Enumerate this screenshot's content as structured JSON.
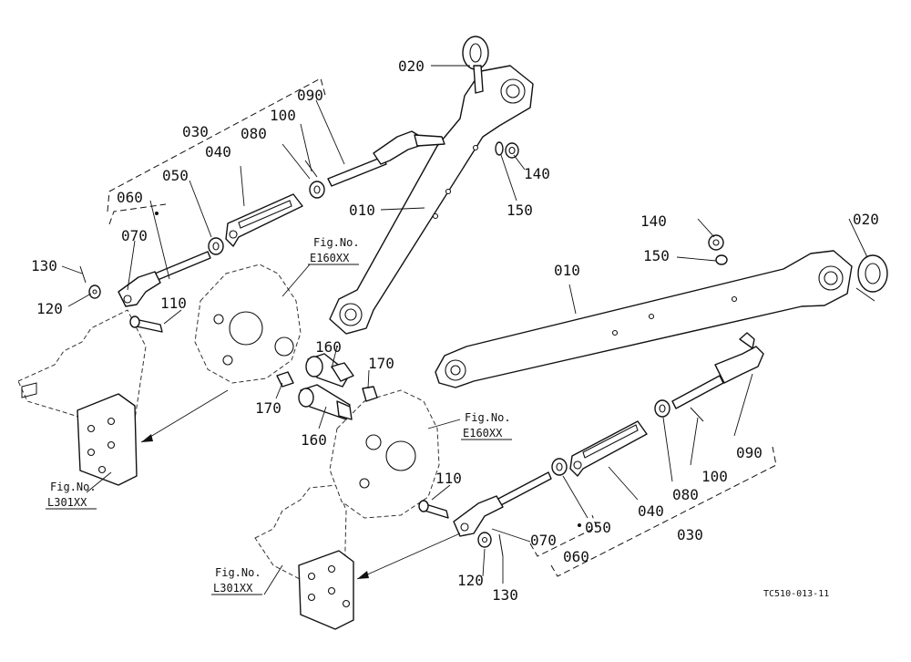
{
  "parts": {
    "p010": "010",
    "p020": "020",
    "p030": "030",
    "p040": "040",
    "p050": "050",
    "p060": "060",
    "p070": "070",
    "p080": "080",
    "p090": "090",
    "p100": "100",
    "p110": "110",
    "p120": "120",
    "p130": "130",
    "p140": "140",
    "p150": "150",
    "p160": "160",
    "p170": "170"
  },
  "refs": {
    "fig_label": "Fig.No.",
    "e160": "E160XX",
    "l301": "L301XX"
  },
  "drawing_code": "TC510-013-11"
}
